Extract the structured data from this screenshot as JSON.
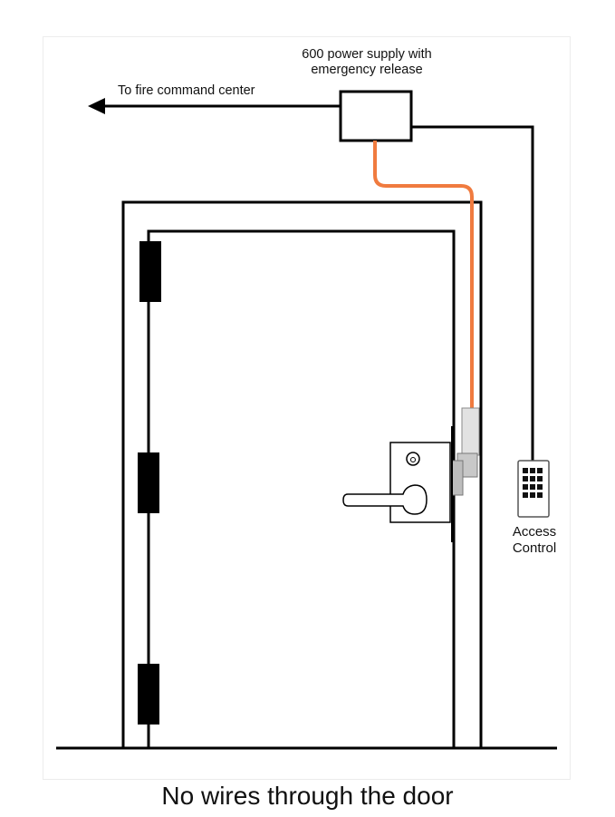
{
  "labels": {
    "power_supply_line1": "600 power supply with",
    "power_supply_line2": "emergency release",
    "fire_command": "To fire command center",
    "access_line1": "Access",
    "access_line2": "Control"
  },
  "caption": "No wires through the door",
  "colors": {
    "line": "#000000",
    "power_wire": "#f07b3f",
    "strike": "#c8c8c8",
    "background": "#ffffff"
  },
  "icons": {
    "keypad": "keypad-icon",
    "arrow": "arrow-left-icon"
  }
}
